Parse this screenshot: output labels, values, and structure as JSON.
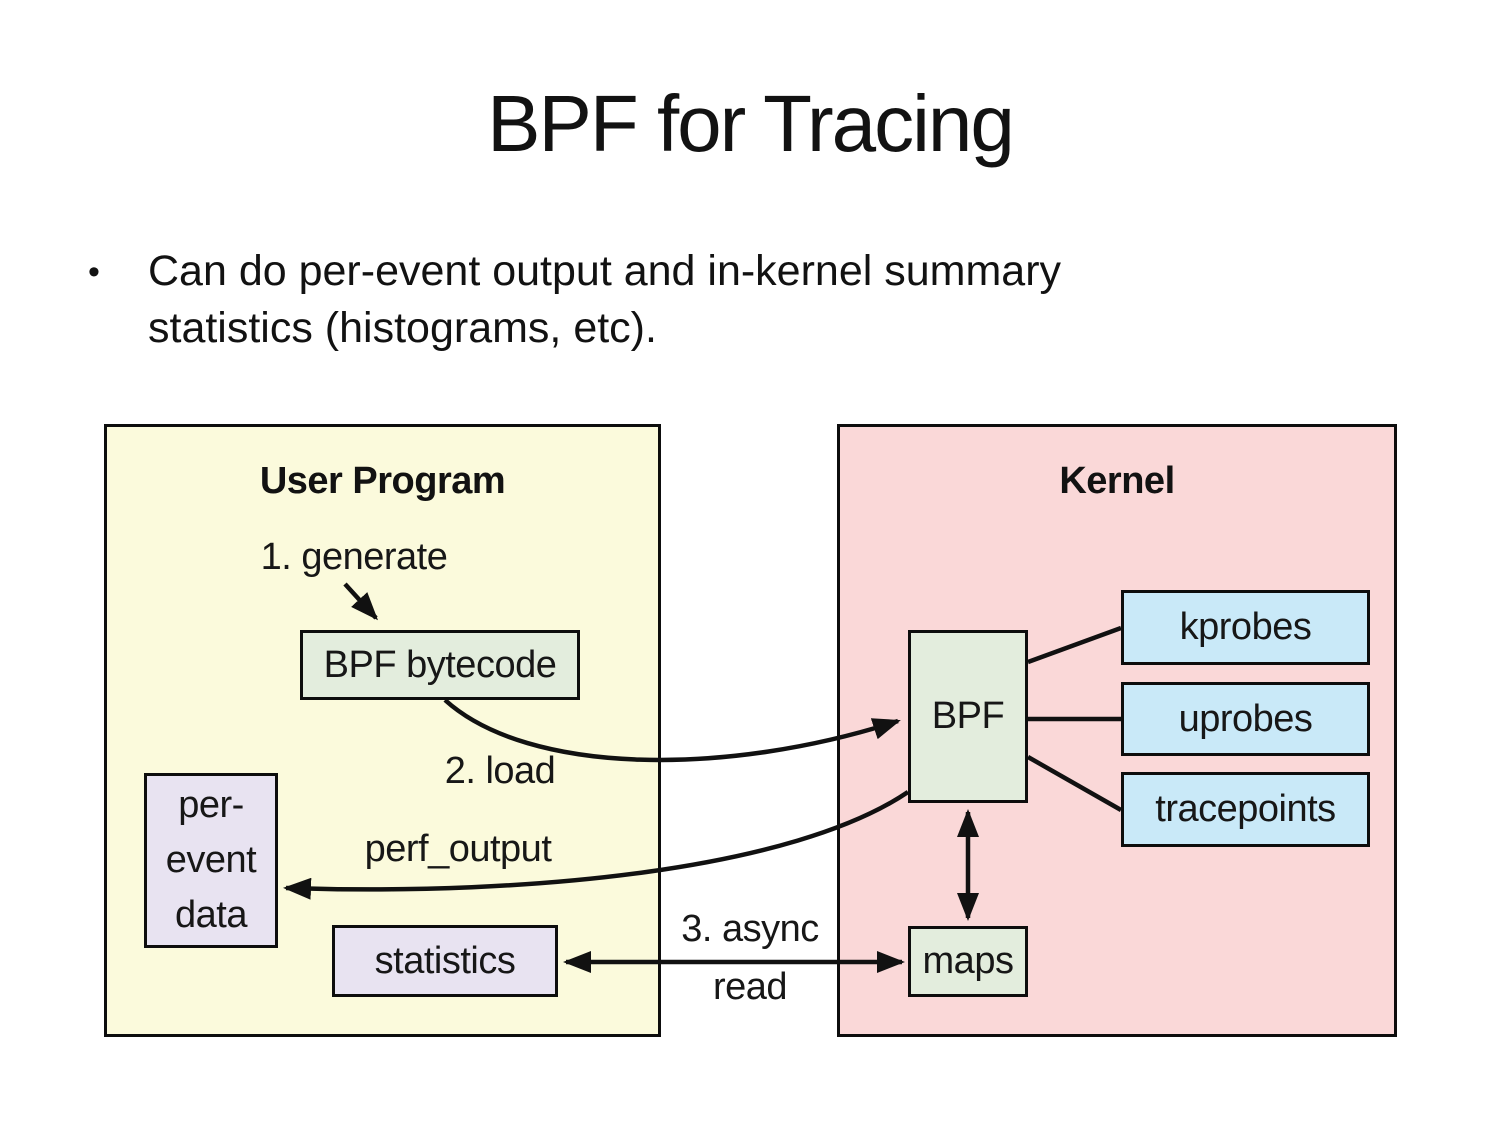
{
  "slide": {
    "title": "BPF for Tracing",
    "bullet_glyph": "•",
    "bullet_text": "Can do per-event output and in-kernel summary statistics (histograms, etc)."
  },
  "diagram": {
    "user_program": {
      "title": "User Program",
      "generate_label": "1. generate",
      "load_label": "2. load",
      "perf_output_label": "perf_output",
      "bpf_bytecode_label": "BPF bytecode",
      "per_event_lines": [
        "per-",
        "event",
        "data"
      ],
      "statistics_label": "statistics"
    },
    "kernel": {
      "title": "Kernel",
      "bpf_label": "BPF",
      "kprobes_label": "kprobes",
      "uprobes_label": "uprobes",
      "tracepoints_label": "tracepoints",
      "maps_label": "maps"
    },
    "between": {
      "async_read_line1": "3. async",
      "async_read_line2": "read"
    },
    "colors": {
      "user_program_fill": "#fbfadc",
      "kernel_fill": "#fad8d8",
      "code_box_fill": "#e3eddd",
      "probe_box_fill": "#c9e9f8",
      "data_box_fill": "#e8e3f1",
      "border": "#0d0d0d",
      "arrow": "#111111"
    }
  }
}
